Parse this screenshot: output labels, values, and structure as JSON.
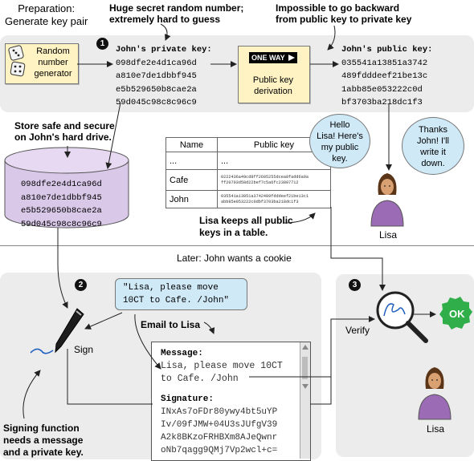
{
  "prep": {
    "line1": "Preparation:",
    "line2": "Generate key pair"
  },
  "annot_secret": {
    "line1": "Huge secret random number;",
    "line2": "extremely hard to guess"
  },
  "annot_backward": {
    "line1": "Impossible to go backward",
    "line2": "from public key to private key"
  },
  "step1": "1",
  "step2": "2",
  "step3": "3",
  "rng": {
    "line1": "Random",
    "line2": "number",
    "line3": "generator"
  },
  "private_key": {
    "title": "John's private key:",
    "lines": [
      "098dfe2e4d1ca96d",
      "a810e7de1dbbf945",
      "e5b529650b8cae2a",
      "59d045c98c8c96c9"
    ]
  },
  "derivation": {
    "sign": "ONE WAY",
    "line1": "Public key",
    "line2": "derivation"
  },
  "public_key": {
    "title": "John's public key:",
    "lines": [
      "035541a13851a3742",
      "489fdddeef21be13c",
      "1abb85e053222c0d",
      "bf3703ba218dc1f3"
    ]
  },
  "store_note": {
    "line1": "Store safe and secure",
    "line2": "on John's hard drive."
  },
  "disk_lines": [
    "098dfe2e4d1ca96d",
    "a810e7de1dbbf945",
    "e5b529650b8cae2a",
    "59d045c98c8c96c9"
  ],
  "bubble_john": {
    "line1": "Hello",
    "line2": "Lisa! Here's",
    "line3": "my public",
    "line4": "key."
  },
  "bubble_lisa": {
    "line1": "Thanks",
    "line2": "John! I'll",
    "line3": "write it",
    "line4": "down."
  },
  "table": {
    "col_name": "Name",
    "col_key": "Public key",
    "rows": [
      {
        "name": "...",
        "key1": "...",
        "key2": ""
      },
      {
        "name": "Cafe",
        "key1": "0222436a49cd8ff2605255dcea8fadd6a9a",
        "key2": "ff20703d58d22bef7c5a6fc23807712"
      },
      {
        "name": "John",
        "key1": "035541a13851a3742489fdddeef21be13c1",
        "key2": "abb85e053222c0dbf3703ba218dc1f3"
      }
    ]
  },
  "lisa_label": "Lisa",
  "lisa_label2": "Lisa",
  "table_note": {
    "line1": "Lisa keeps all public",
    "line2": "keys in a table."
  },
  "later": "Later: John wants a cookie",
  "quote": {
    "line1": "\"Lisa, please move",
    "line2": "10CT to Cafe. /John\""
  },
  "sign_label": "Sign",
  "email_title": "Email to Lisa",
  "message": {
    "title": "Message:",
    "line1": "Lisa, please move 10CT",
    "line2": "to Cafe. /John"
  },
  "signature": {
    "title": "Signature:",
    "lines": [
      "INxAs7oFDr80ywy4bt5uYP",
      "Iv/09fJMW+04U3sJUfgV39",
      "A2k8BKzoFRHBXm8AJeQwnr",
      "oNb7qagg9QMj7Vp2wcl+c="
    ]
  },
  "verify_label": "Verify",
  "ok_label": "OK",
  "signing_note": {
    "line1": "Signing function",
    "line2": "needs a message",
    "line3": "and a private key."
  },
  "colors": {
    "panel": "#ececec",
    "disk": "#d9c8e8",
    "yellow": "#fff3c4",
    "bubble": "#cfe9f7",
    "ok": "#2fae49"
  }
}
